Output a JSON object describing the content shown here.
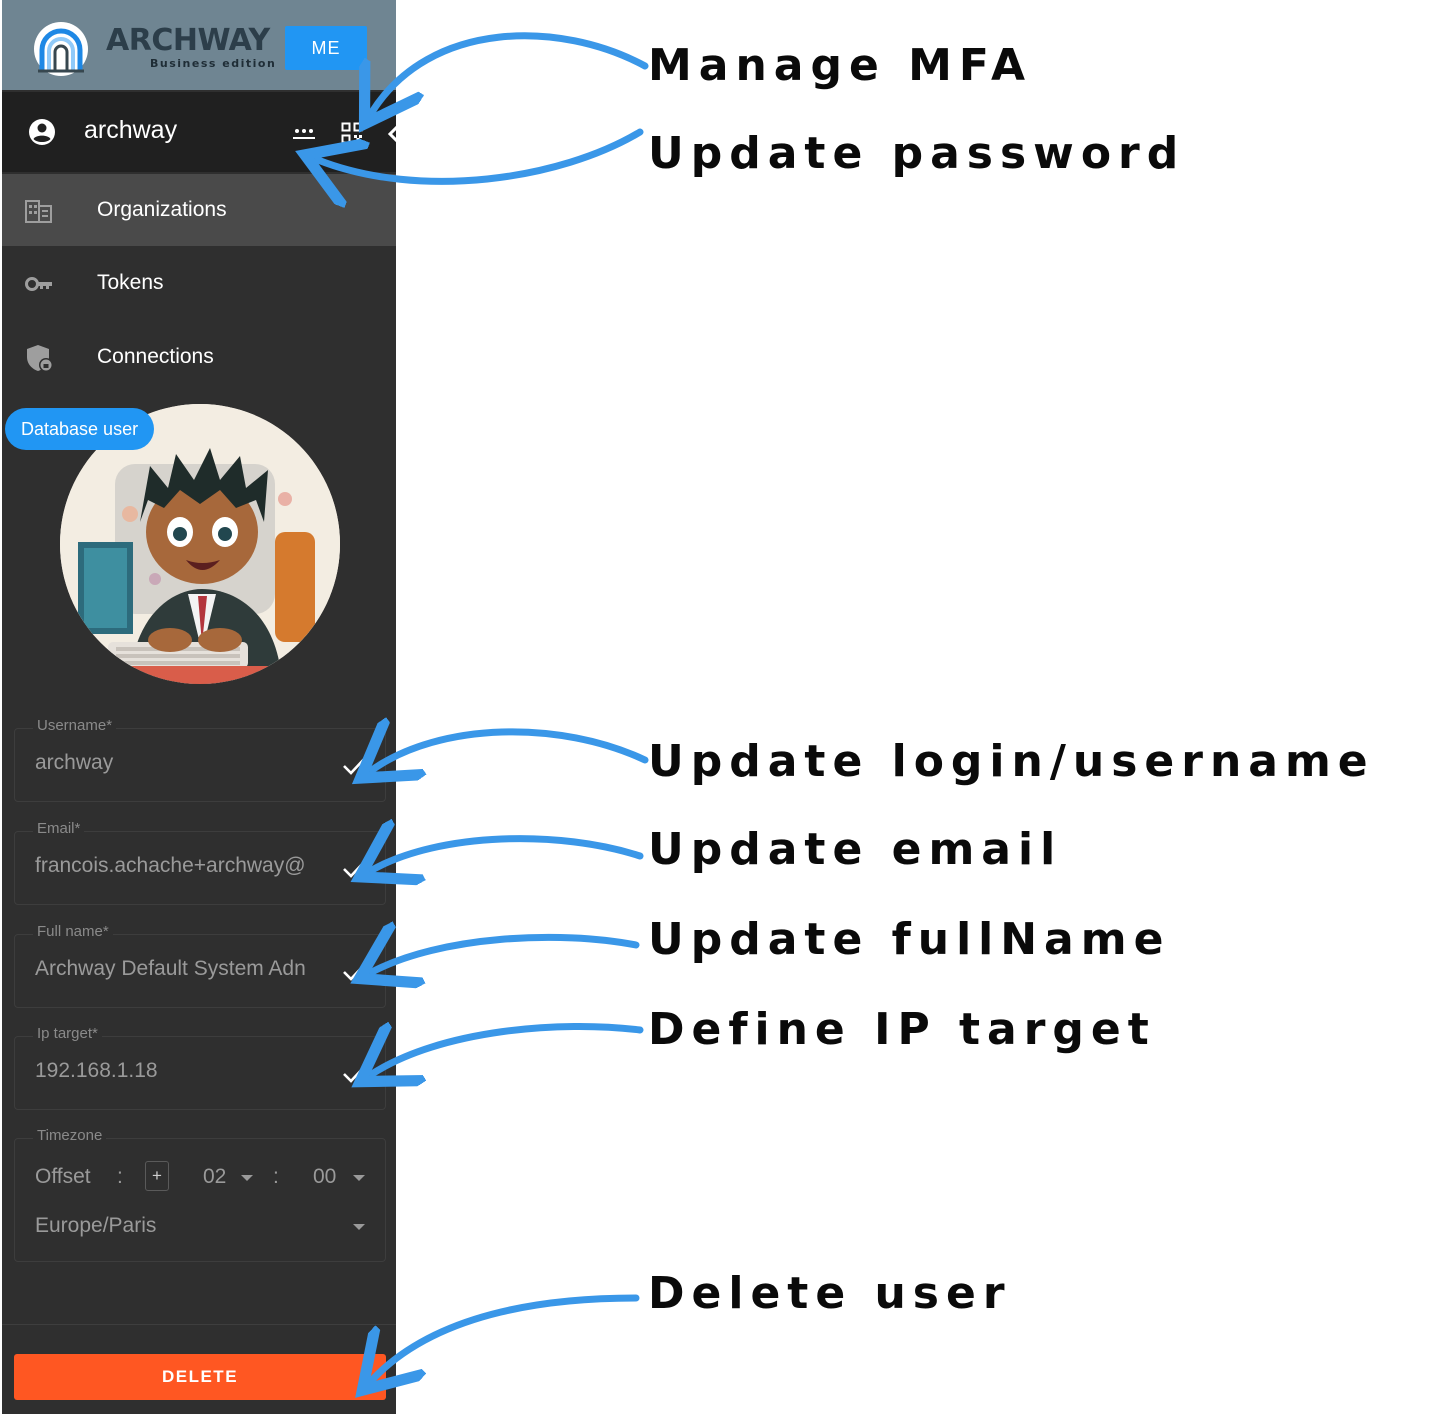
{
  "header": {
    "logo_text": "ARCHWAY",
    "logo_subtitle": "Business edition",
    "me_button": "ME"
  },
  "user": {
    "name": "archway"
  },
  "nav": {
    "items": [
      {
        "label": "Organizations",
        "icon": "organization-icon",
        "active": true
      },
      {
        "label": "Tokens",
        "icon": "key-icon",
        "active": false
      },
      {
        "label": "Connections",
        "icon": "security-shield-icon",
        "active": false
      }
    ]
  },
  "profile": {
    "badge": "Database user",
    "avatar": "anime-character-typing-avatar"
  },
  "form": {
    "username": {
      "label": "Username*",
      "value": "archway"
    },
    "email": {
      "label": "Email*",
      "value": "francois.achache+archway@"
    },
    "fullname": {
      "label": "Full name*",
      "value": "Archway Default System Adn"
    },
    "ip_target": {
      "label": "Ip target*",
      "value": "192.168.1.18"
    },
    "timezone": {
      "label": "Timezone",
      "offset_label": "Offset",
      "colon": ":",
      "sign": "+",
      "hours": "02",
      "minutes": "00",
      "zone": "Europe/Paris"
    }
  },
  "actions": {
    "delete": "DELETE"
  },
  "annotations": {
    "manage_mfa": "Manage MFA",
    "update_password": "Update password",
    "update_username": "Update login/username",
    "update_email": "Update email",
    "update_fullname": "Update fullName",
    "define_ip": "Define IP target",
    "delete_user": "Delete user"
  },
  "colors": {
    "panel_bg": "#2f2f2f",
    "topbar_bg": "#6f8592",
    "accent_blue": "#2196f3",
    "delete_orange": "#ff5722",
    "arrow_blue": "#3a97e8"
  }
}
